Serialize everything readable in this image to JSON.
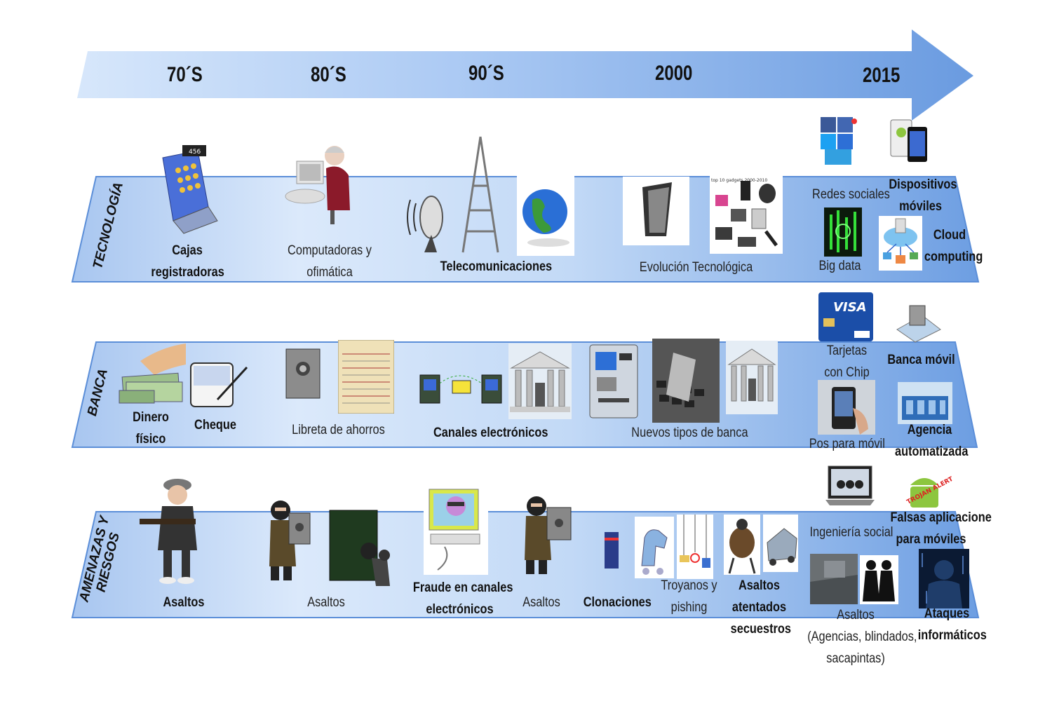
{
  "timeline": {
    "years": [
      "70´S",
      "80´S",
      "90´S",
      "2000",
      "2015"
    ]
  },
  "bands": {
    "tecnologia": "TECNOLOGÍA",
    "banca": "BANCA",
    "amenazas_line1": "AMENAZAS Y",
    "amenazas_line2": "RIESGOS"
  },
  "tecnologia": {
    "cajas_1": "Cajas",
    "cajas_2": "registradoras",
    "computadoras_1": "Computadoras y",
    "computadoras_2": "ofimática",
    "telecom": "Telecomunicaciones",
    "evolucion": "Evolución Tecnológica",
    "redes": "Redes sociales",
    "dispositivos_1": "Dispositivos",
    "dispositivos_2": "móviles",
    "bigdata": "Big data",
    "cloud_1": "Cloud",
    "cloud_2": "computing",
    "register_display": "456",
    "gadgets_caption": "top 10 gadgets 2000-2010"
  },
  "banca": {
    "dinero_1": "Dinero",
    "dinero_2": "físico",
    "cheque": "Cheque",
    "libreta": "Libreta de ahorros",
    "canales": "Canales electrónicos",
    "nuevos": "Nuevos tipos de banca",
    "tarjetas_1": "Tarjetas",
    "tarjetas_2": "con Chip",
    "banca_movil": "Banca móvil",
    "pos": "Pos para móvil",
    "agencia_1": "Agencia",
    "agencia_2": "automatizada",
    "visa_brand": "VISA"
  },
  "amenazas": {
    "asaltos_70": "Asaltos",
    "asaltos_80": "Asaltos",
    "fraude_1": "Fraude en canales",
    "fraude_2": "electrónicos",
    "asaltos_90": "Asaltos",
    "clonaciones": "Clonaciones",
    "troyanos_1": "Troyanos y",
    "troyanos_2": "pishing",
    "atentados_1": "Asaltos",
    "atentados_2": "atentados",
    "atentados_3": "secuestros",
    "ingenieria": "Ingeniería social",
    "falsas_1": "Falsas aplicacione",
    "falsas_2": "para móviles",
    "trojan_alert": "TROJAN ALERT",
    "asaltos2015_1": "Asaltos",
    "asaltos2015_2": "(Agencias, blindados,",
    "asaltos2015_3": "sacapintas)",
    "ataques_1": "Ataques",
    "ataques_2": "informáticos"
  },
  "colors": {
    "band_light": "#dbe9fb",
    "band_dark": "#6d9ee2",
    "arrow_light": "#d7e7fb",
    "arrow_dark": "#6a9be0",
    "band_edge": "#5b8ed8"
  }
}
